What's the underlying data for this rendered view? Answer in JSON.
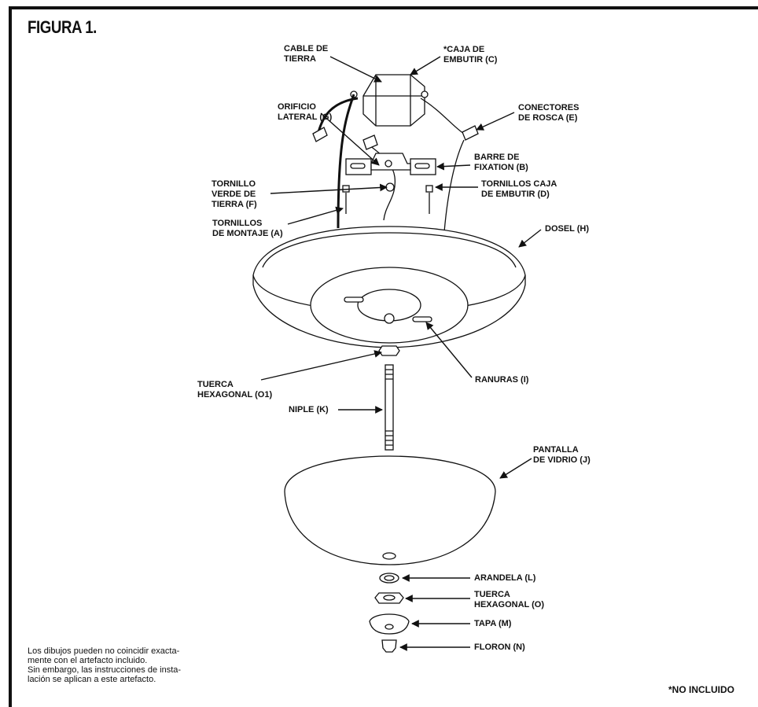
{
  "figure": {
    "title": "FIGURA 1."
  },
  "labels": {
    "cable_tierra": "CABLE DE\nTIERRA",
    "caja_embutir": "*CAJA DE\nEMBUTIR (C)",
    "orificio_lateral": "ORIFICIO\nLATERAL (G)",
    "conectores_rosca": "CONECTORES\nDE ROSCA (E)",
    "barre_fixation": "BARRE DE\nFIXATION (B)",
    "tornillo_verde": "TORNILLO\nVERDE DE\nTIERRA (F)",
    "tornillos_caja": "TORNILLOS CAJA\nDE EMBUTIR (D)",
    "tornillos_montaje": "TORNILLOS\nDE MONTAJE (A)",
    "dosel": "DOSEL (H)",
    "ranuras": "RANURAS (I)",
    "tuerca_o1": "TUERCA\nHEXAGONAL (O1)",
    "niple": "NIPLE (K)",
    "pantalla": "PANTALLA\nDE VIDRIO (J)",
    "arandela": "ARANDELA (L)",
    "tuerca_o": "TUERCA\nHEXAGONAL (O)",
    "tapa": "TAPA (M)",
    "floron": "FLORON (N)"
  },
  "note": "Los dibujos pueden no coincidir exacta-\nmente con el artefacto incluido.\nSin embargo, las instrucciones de insta-\nlación se aplican a este artefacto.",
  "not_included": "*NO INCLUIDO"
}
